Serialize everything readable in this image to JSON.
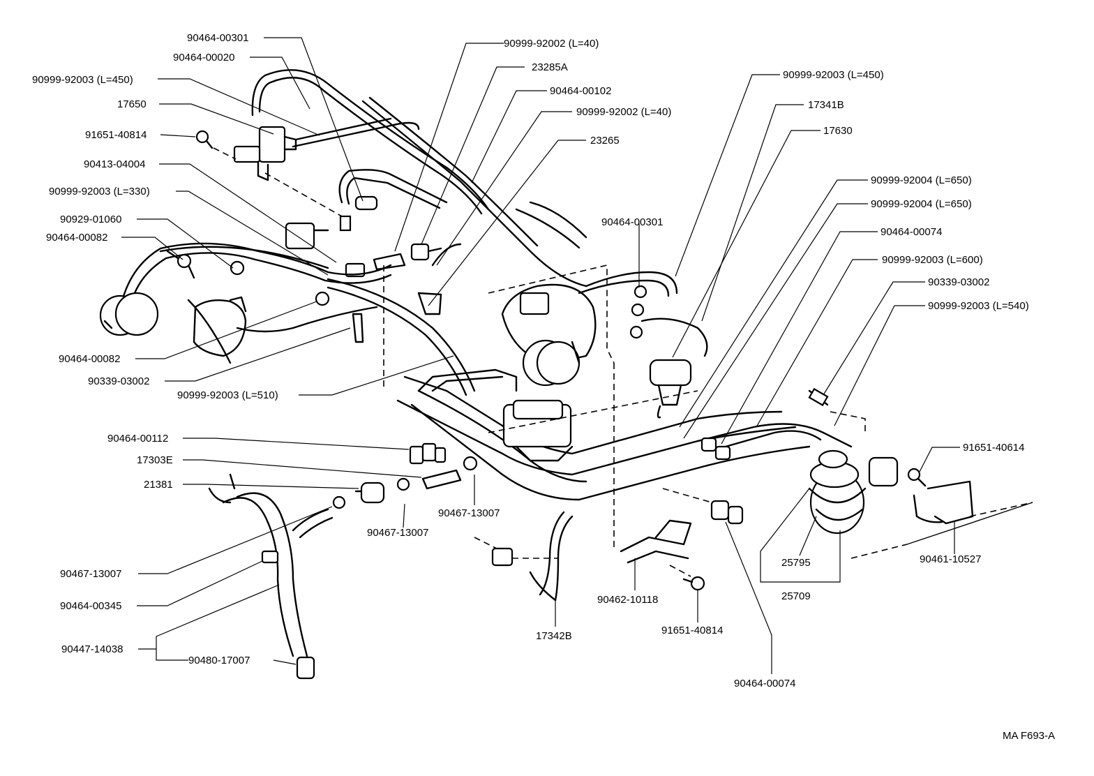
{
  "labels": {
    "l1": "90464-00301",
    "l2": "90464-00020",
    "l3": "90999-92003 (L=450)",
    "l4": "17650",
    "l5": "91651-40814",
    "l6": "90413-04004",
    "l7": "90999-92003 (L=330)",
    "l8": "90929-01060",
    "l9": "90464-00082",
    "l10": "90464-00082",
    "l11": "90339-03002",
    "l12": "90999-92003 (L=510)",
    "l13": "90464-00112",
    "l14": "17303E",
    "l15": "21381",
    "l16": "90467-13007",
    "l17": "90467-13007",
    "l18": "90467-13007",
    "l19": "90464-00345",
    "l20": "90447-14038",
    "l21": "90480-17007",
    "l22": "90999-92002 (L=40)",
    "l23": "23285A",
    "l24": "90464-00102",
    "l25": "90999-92002 (L=40)",
    "l26": "23265",
    "l27": "90464-00301",
    "l28": "90999-92003 (L=450)",
    "l29": "17341B",
    "l30": "17630",
    "l31": "90999-92004 (L=650)",
    "l32": "90999-92004 (L=650)",
    "l33": "90464-00074",
    "l34": "90999-92003 (L=600)",
    "l35": "90339-03002",
    "l36": "90999-92003 (L=540)",
    "l37": "91651-40614",
    "l38": "90461-10527",
    "l39": "25795",
    "l40": "25709",
    "l41": "90462-10118",
    "l42": "91651-40814",
    "l43": "90464-00074",
    "l44": "17342B",
    "code": "MA F693-A"
  }
}
